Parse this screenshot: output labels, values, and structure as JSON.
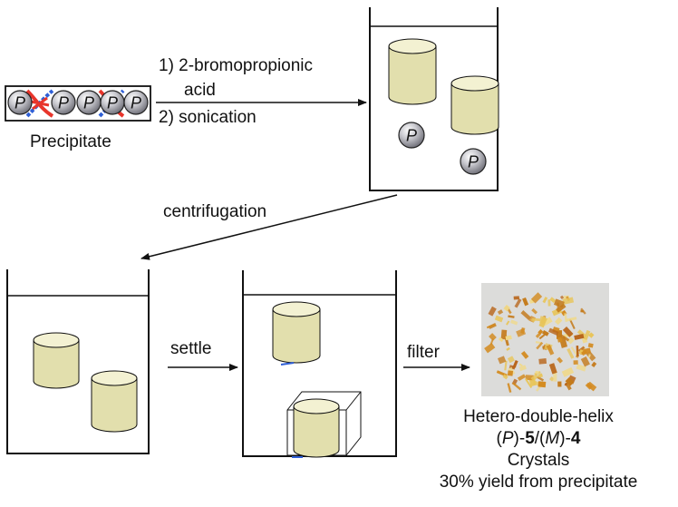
{
  "colors": {
    "cylinder_fill": "#e2dfad",
    "cylinder_top": "#f3f1d2",
    "sphere": "#8f8f98",
    "strand_red": "#e8352b",
    "strand_blue": "#2f5fd6",
    "crystal_orange": "#d38a1f",
    "crystal_yellow": "#e8c55a"
  },
  "precipitate": {
    "beads": [
      "P",
      "P",
      "P",
      "P",
      "P"
    ],
    "label": "Precipitate"
  },
  "step1": {
    "line1": "1) 2-bromopropionic",
    "line2": "acid",
    "line3": "2) sonication"
  },
  "beaker1": {
    "spheres": [
      "P",
      "P"
    ]
  },
  "step2": {
    "label": "centrifugation"
  },
  "step3": {
    "label": "settle"
  },
  "step4": {
    "label": "filter"
  },
  "product": {
    "title": "Hetero-double-helix",
    "p_open": "(",
    "p_label": "P",
    "p_close": ")-",
    "p_num": "5",
    "slash": "/(",
    "m_label": "M",
    "m_close": ")-",
    "m_num": "4",
    "kind": "Crystals",
    "yield": "30% yield from precipitate"
  }
}
